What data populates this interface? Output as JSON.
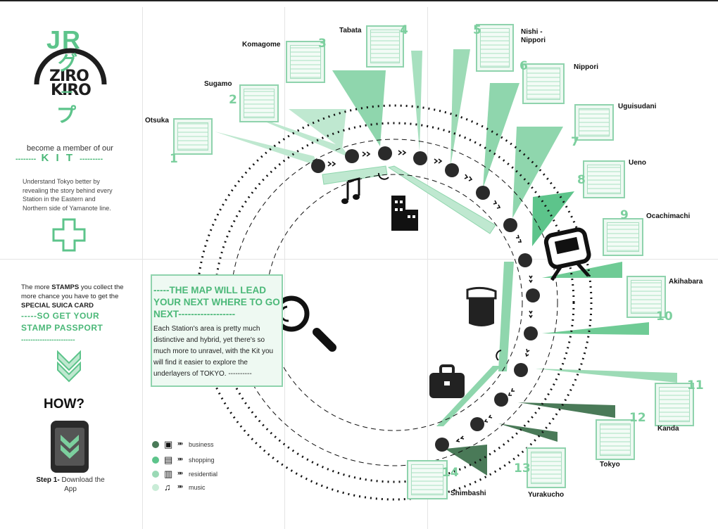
{
  "brand": {
    "jr": "JR",
    "word_top": "ZIRO",
    "word_bottom": "KIRO",
    "kana_top": "グ",
    "kana_mid": "ー",
    "kana_bottom": "プ"
  },
  "intro": {
    "become": "become a member of our",
    "kit_left": "--------",
    "kit_word": "K I T",
    "kit_right": "---------",
    "description": "Understand Tokyo better by revealing the story behind every Station in the Eastern and Northern side of Yamanote line."
  },
  "stamps_info": {
    "the_more": "The more ",
    "stamps": "STAMPS",
    "rest": " you collect the more chance you have to get the ",
    "card": "SPECIAL SUICA CARD",
    "cta_line1": "-----SO GET YOUR",
    "cta_line2": "STAMP PASSPORT",
    "cta_line3": "-----------------------"
  },
  "how": {
    "title": "HOW?",
    "step_label": "Step 1-",
    "step_text": " Download the App"
  },
  "map_box": {
    "heading": "-----THE MAP WILL LEAD YOUR NEXT WHERE TO GO NEXT------------------",
    "body": "Each Station's area is pretty much distinctive and hybrid, yet there's so much more to unravel, with the Kit you will find it easier to explore the underlayers of TOKYO. ----------"
  },
  "stations": [
    {
      "num": "1",
      "name": "Otsuka"
    },
    {
      "num": "2",
      "name": "Sugamo"
    },
    {
      "num": "3",
      "name": "Komagome"
    },
    {
      "num": "4",
      "name": "Tabata"
    },
    {
      "num": "5",
      "name": "Nishi -\nNippori"
    },
    {
      "num": "6",
      "name": "Nippori"
    },
    {
      "num": "7",
      "name": "Uguisudani"
    },
    {
      "num": "8",
      "name": "Ueno"
    },
    {
      "num": "9",
      "name": "Ocachimachi"
    },
    {
      "num": "10",
      "name": "Akihabara"
    },
    {
      "num": "11",
      "name": "Kanda"
    },
    {
      "num": "12",
      "name": "Tokyo"
    },
    {
      "num": "13",
      "name": "Yurakucho"
    },
    {
      "num": "14",
      "name": "Shimbashi"
    }
  ],
  "legend": [
    {
      "label": "business",
      "color": "#4a7a58",
      "icon": "briefcase-icon",
      "glyph": "▣"
    },
    {
      "label": "shopping",
      "color": "#5dc48b",
      "icon": "bag-icon",
      "glyph": "▤"
    },
    {
      "label": "residential",
      "color": "#9ad9b5",
      "icon": "building-icon",
      "glyph": "▥"
    },
    {
      "label": "music",
      "color": "#c9ecd7",
      "icon": "music-note-icon",
      "glyph": "♫"
    }
  ],
  "colors": {
    "accent": "#5dc48b",
    "accent_dark": "#4a7a58",
    "accent_light": "#bfe8d0"
  }
}
